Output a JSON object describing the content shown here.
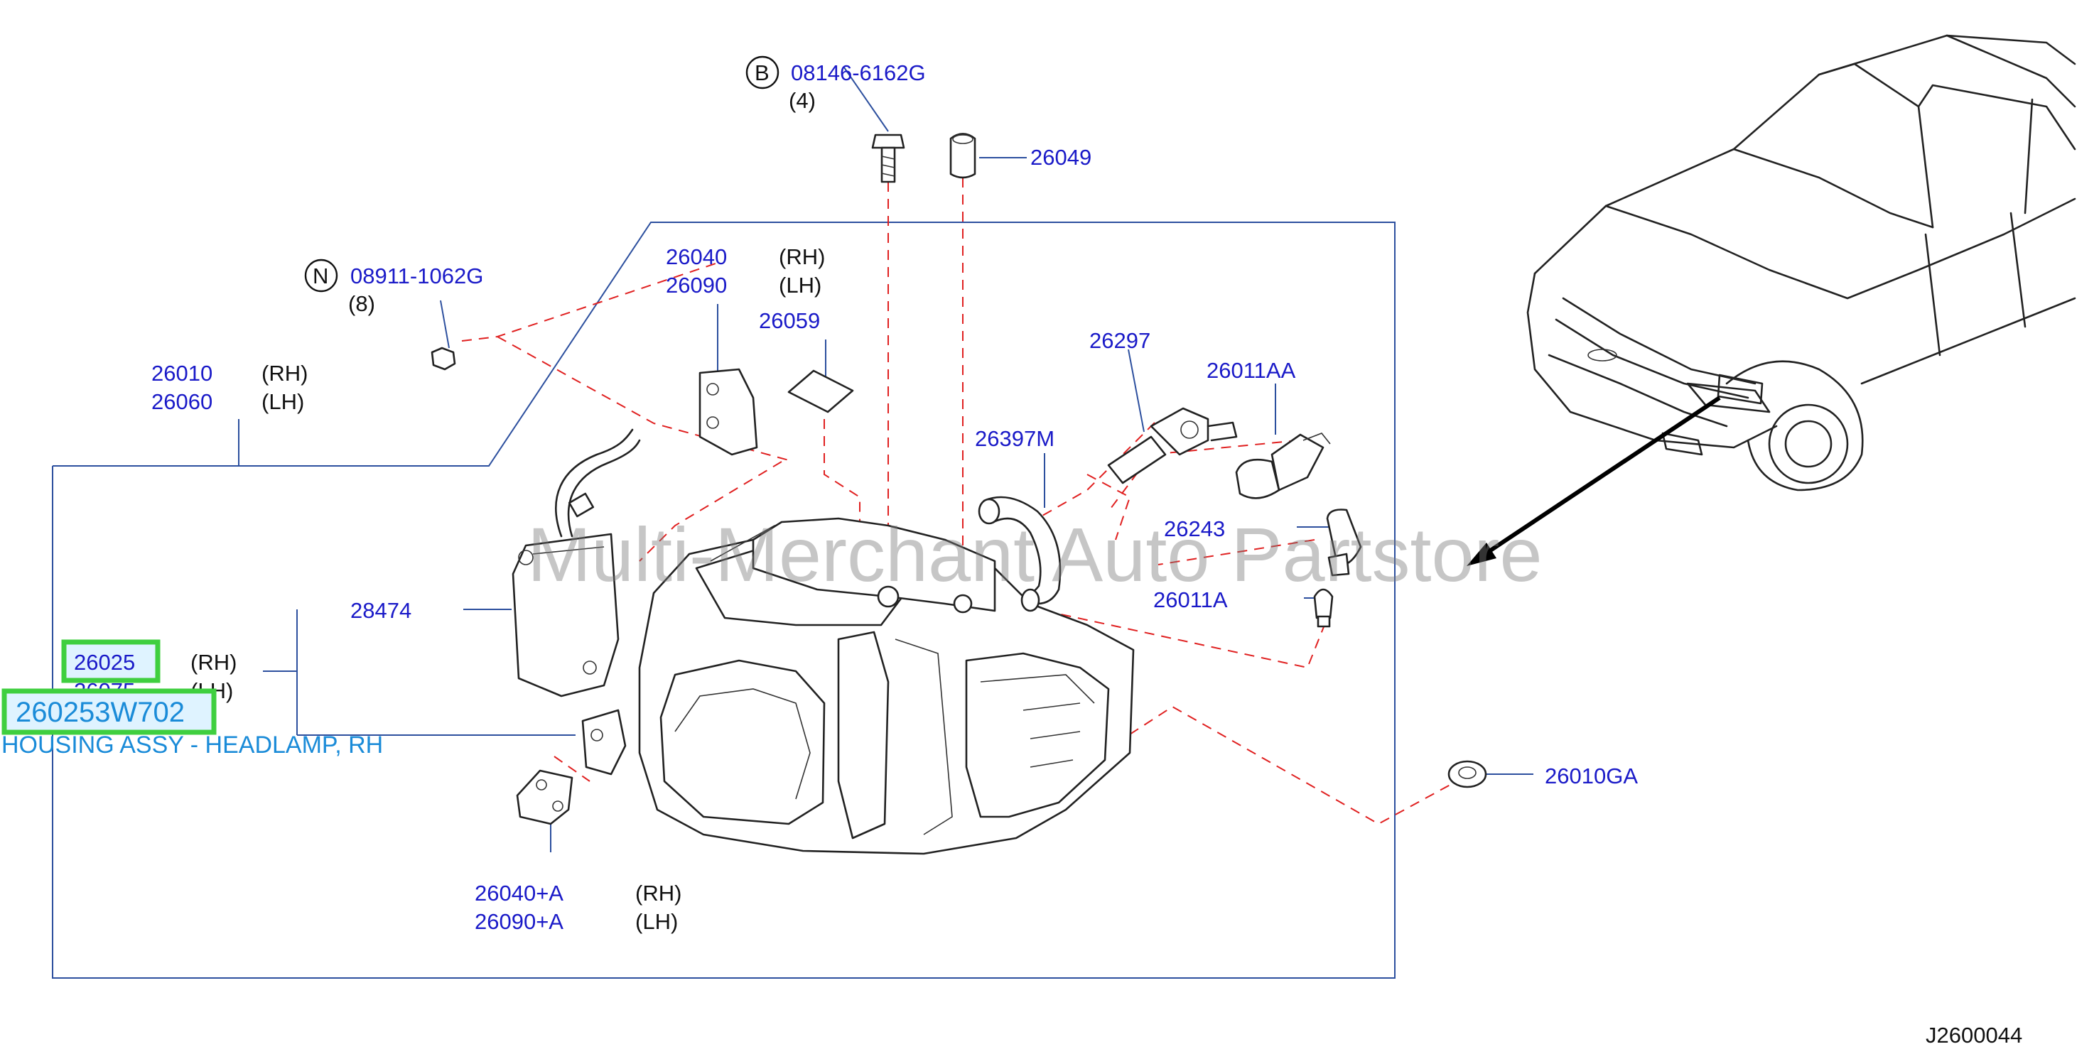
{
  "diagram": {
    "watermark": "Multi-Merchant Auto Partstore",
    "diagram_id": "J2600044",
    "highlight": {
      "part_number": "260253W702",
      "description": "HOUSING ASSY - HEADLAMP, RH"
    },
    "labels": {
      "bolt_ref": "08146-6162G",
      "bolt_prefix": "B",
      "bolt_qty": "(4)",
      "nut_ref": "08911-1062G",
      "nut_prefix": "N",
      "nut_qty": "(8)",
      "p26049": "26049",
      "p26040": "26040",
      "p26090": "26090",
      "p26059": "26059",
      "p26010": "26010",
      "p26060": "26060",
      "p26297": "26297",
      "p26011AA": "26011AA",
      "p26397M": "26397M",
      "p26243": "26243",
      "p26011A": "26011A",
      "p28474": "28474",
      "p26025": "26025",
      "p26075": "26075",
      "p26010GA": "26010GA",
      "p26040A": "26040+A",
      "p26090A": "26090+A",
      "rh": "(RH)",
      "lh": "(LH)"
    },
    "colors": {
      "part_number": "#1a1ac8",
      "leader_line": "#2c4f9e",
      "dashed_line": "#e02020",
      "highlight_border": "#3fcf3f",
      "highlight_text": "#1a8bd8"
    }
  }
}
